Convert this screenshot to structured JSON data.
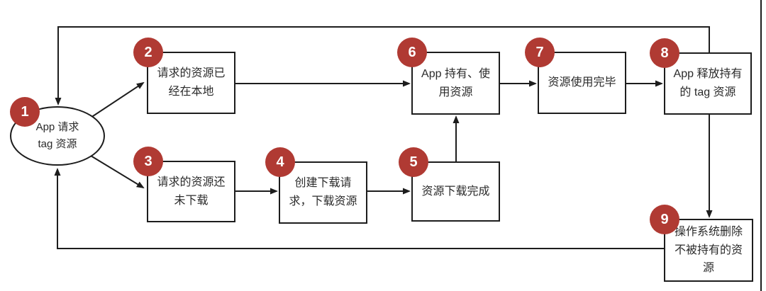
{
  "diagram": {
    "description": "On-demand resources (tag) request lifecycle flowchart",
    "nodes": [
      {
        "number": "1",
        "label": "App 请求\ntag 资源"
      },
      {
        "number": "2",
        "label": "请求的资源已\n经在本地"
      },
      {
        "number": "3",
        "label": "请求的资源还\n未下载"
      },
      {
        "number": "4",
        "label": "创建下载请\n求，下载资源"
      },
      {
        "number": "5",
        "label": "资源下载完成"
      },
      {
        "number": "6",
        "label": "App 持有、使\n用资源"
      },
      {
        "number": "7",
        "label": "资源使用完毕"
      },
      {
        "number": "8",
        "label": "App 释放持有\n的 tag 资源"
      },
      {
        "number": "9",
        "label": "操作系统删除\n不被持有的资\n源"
      }
    ],
    "edges": [
      {
        "from": "1",
        "to": "2"
      },
      {
        "from": "1",
        "to": "3"
      },
      {
        "from": "2",
        "to": "6"
      },
      {
        "from": "3",
        "to": "4"
      },
      {
        "from": "4",
        "to": "5"
      },
      {
        "from": "5",
        "to": "6"
      },
      {
        "from": "6",
        "to": "7"
      },
      {
        "from": "7",
        "to": "8"
      },
      {
        "from": "8",
        "to": "9"
      },
      {
        "from": "8",
        "to": "1"
      },
      {
        "from": "9",
        "to": "1"
      }
    ],
    "colors": {
      "badge_red": "#b03a33",
      "line": "#1d1d1d",
      "text": "#2b2b2b",
      "background": "#ffffff"
    }
  }
}
